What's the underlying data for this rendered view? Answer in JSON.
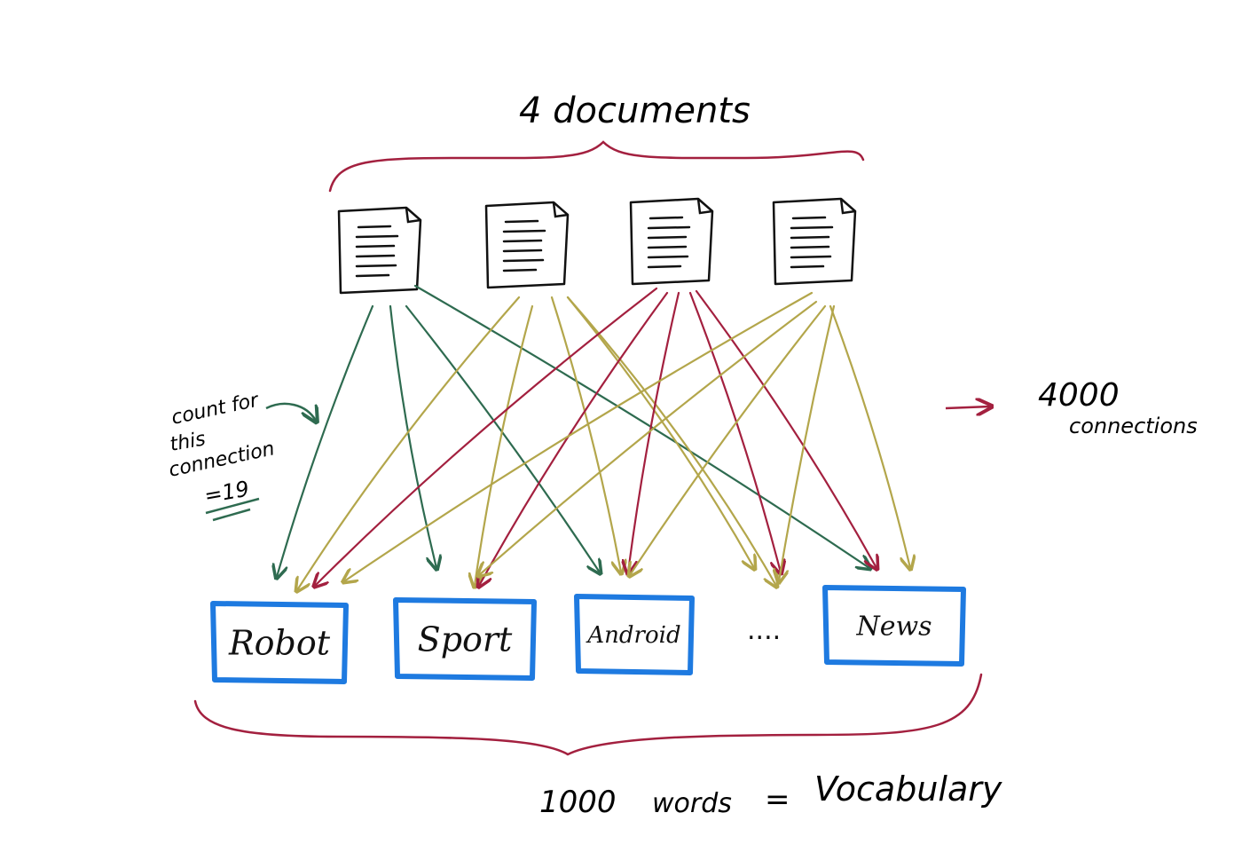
{
  "colors": {
    "maroon": "#a3203f",
    "green": "#2e6b50",
    "olive": "#b3a64b",
    "blue": "#1e7ae0",
    "ink": "#111111"
  },
  "top_label": "4 documents",
  "documents": [
    {
      "id": "doc-1",
      "icon": "document-icon"
    },
    {
      "id": "doc-2",
      "icon": "document-icon"
    },
    {
      "id": "doc-3",
      "icon": "document-icon"
    },
    {
      "id": "doc-4",
      "icon": "document-icon"
    }
  ],
  "words": [
    "Robot",
    "Sport",
    "Android",
    "News"
  ],
  "ellipsis": "....",
  "annotation": {
    "lines": [
      "count for",
      "this",
      "connection",
      "=19"
    ]
  },
  "connections_note": {
    "number": "4000",
    "text": "connections"
  },
  "bottom_label": {
    "count": "1000",
    "unit": "words",
    "equals": "=",
    "term": "Vocabulary"
  }
}
